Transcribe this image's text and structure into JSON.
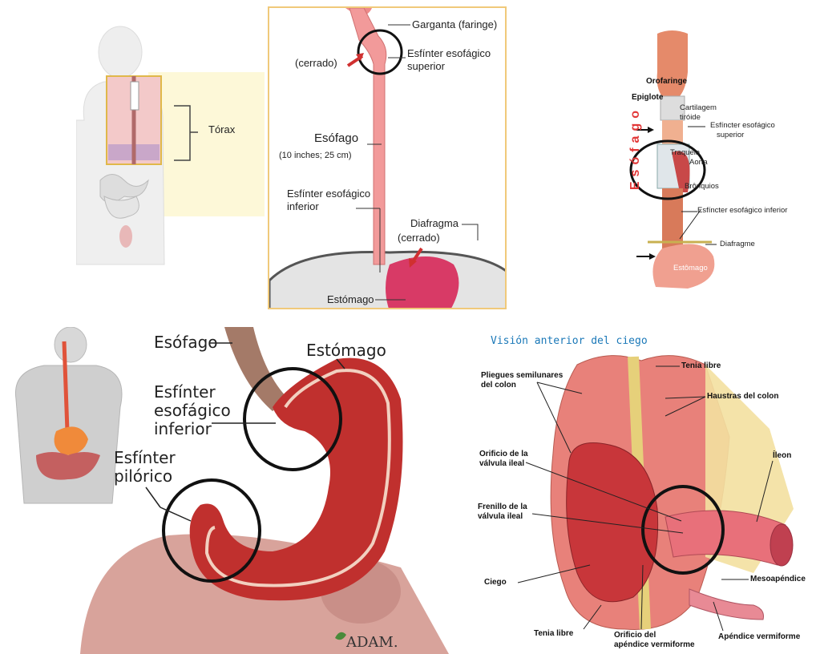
{
  "panel_thorax": {
    "label": "Tórax"
  },
  "panel_esophagus": {
    "garganta": "Garganta (faringe)",
    "cerrado_top": "(cerrado)",
    "esfinter_sup_1": "Esfínter esofágico",
    "esfinter_sup_2": "superior",
    "esofago": "Esófago",
    "measure": "(10 inches; 25 cm)",
    "esfinter_inf_1": "Esfínter esofágico",
    "esfinter_inf_2": "inferior",
    "diafragma": "Diafragma",
    "cerrado_bottom": "(cerrado)",
    "estomago": "Estómago"
  },
  "panel_anatomy": {
    "orofaringe": "Orofaringe",
    "epiglote": "Epiglote",
    "cartilagem_1": "Cartilagem",
    "cartilagem_2": "tiróide",
    "esf_sup_1": "Esfíncter esofágico",
    "esf_sup_2": "superior",
    "traqueia": "Traqueia",
    "aorta": "Aorta",
    "bronquios": "Brônquios",
    "esf_inf": "Esfíncter esofágico inferior",
    "diafragma": "Diafragme",
    "estomago": "Estômago",
    "vertical": "Esófago"
  },
  "panel_stomach": {
    "esofago": "Esófago",
    "estomago": "Estómago",
    "esf_inf_1": "Esfínter",
    "esf_inf_2": "esofágico",
    "esf_inf_3": "inferior",
    "esf_pil_1": "Esfínter",
    "esf_pil_2": "pilórico",
    "logo": "ADAM."
  },
  "panel_cecum": {
    "title": "Visión anterior del ciego",
    "tenia_libre_top": "Tenia libre",
    "pliegues_1": "Pliegues semilunares",
    "pliegues_2": "del colon",
    "haustras": "Haustras del colon",
    "orificio_1": "Orificio de la",
    "orificio_2": "válvula ileal",
    "ileon": "Íleon",
    "frenillo_1": "Frenillo de la",
    "frenillo_2": "válvula ileal",
    "ciego": "Ciego",
    "mesoapendice": "Mesoapéndice",
    "tenia_libre_bottom": "Tenia libre",
    "orificio_ap_1": "Orificio del",
    "orificio_ap_2": "apéndice vermiforme",
    "apendice": "Apéndice vermiforme"
  }
}
